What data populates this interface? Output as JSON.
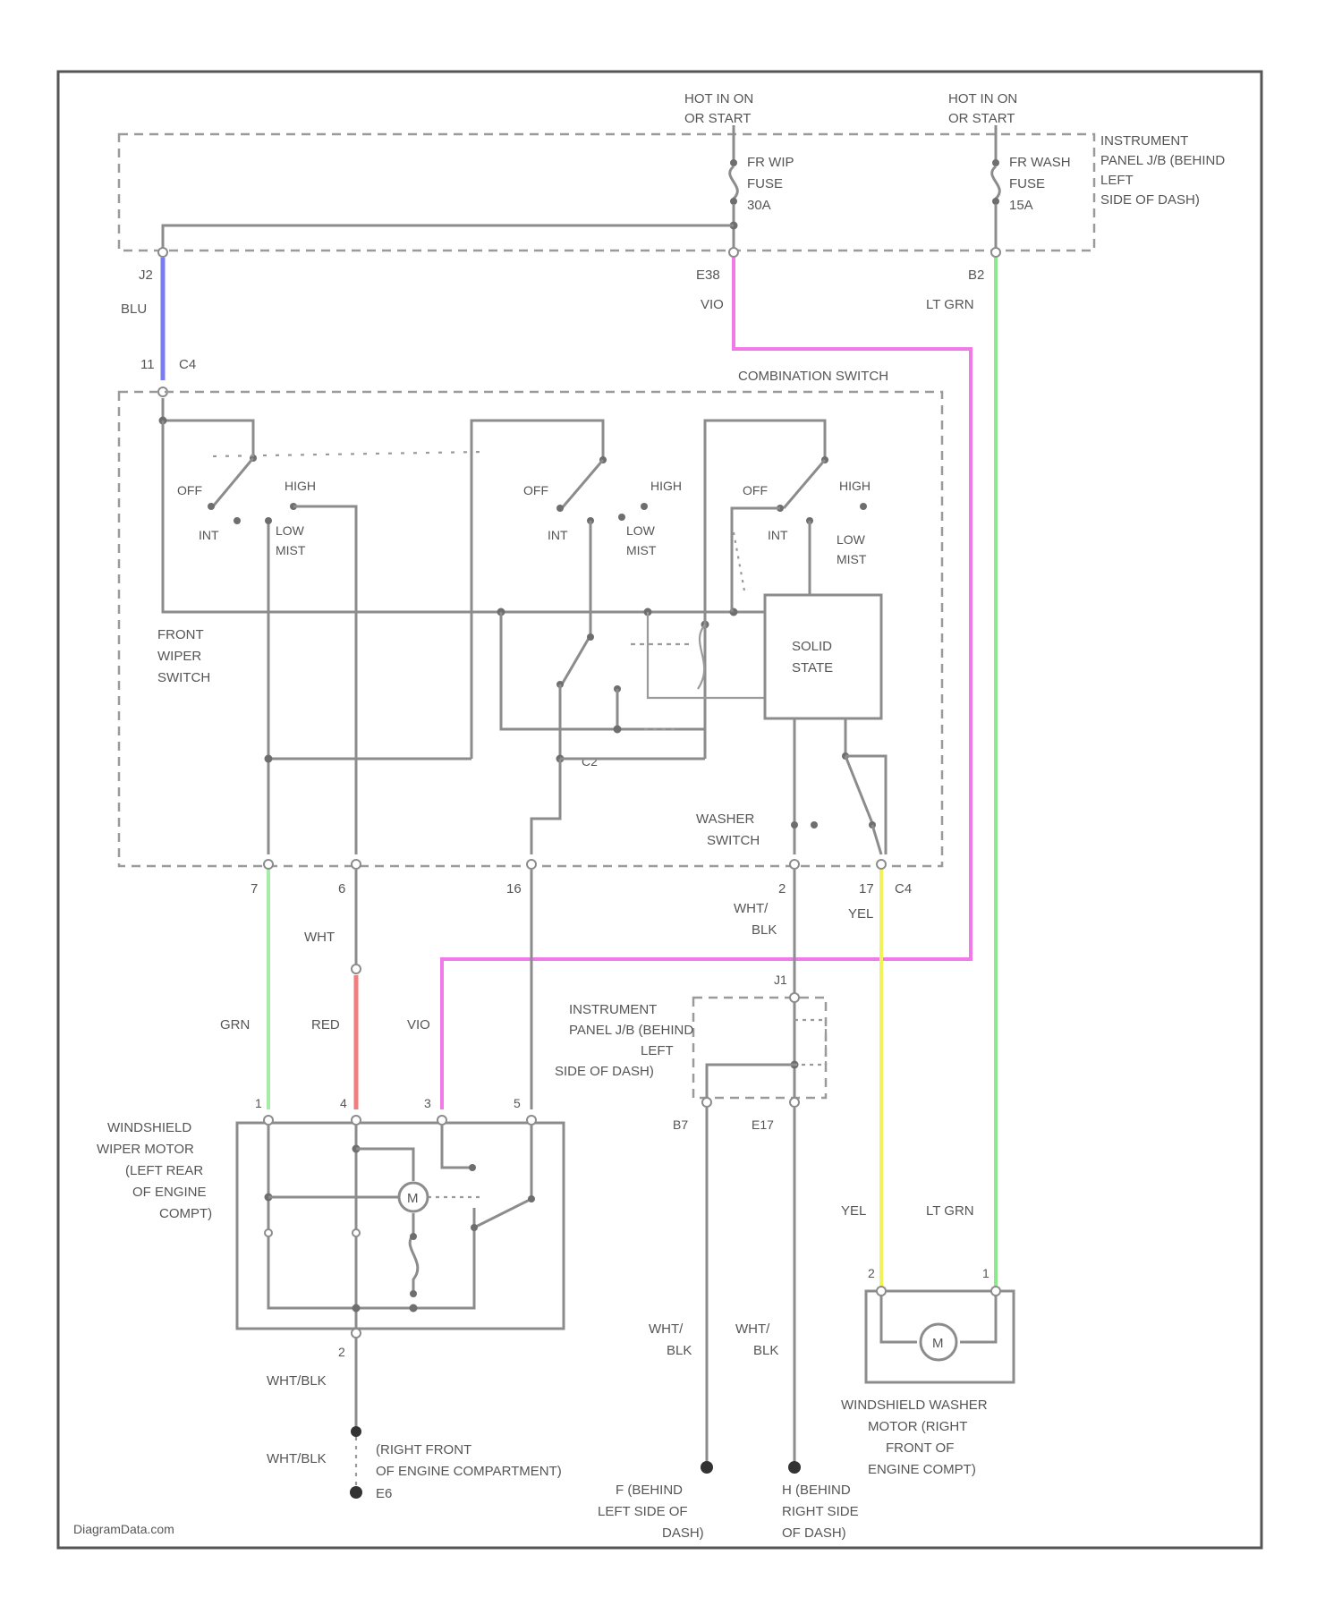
{
  "title": "",
  "watermark": "DiagramData.com",
  "power": {
    "left": {
      "line1": "HOT IN ON",
      "line2": "OR START"
    },
    "right": {
      "line1": "HOT IN ON",
      "line2": "OR START"
    }
  },
  "fuses": {
    "wiper": {
      "line1": "FR WIP",
      "line2": "FUSE",
      "line3": "30A"
    },
    "washer": {
      "line1": "FR WASH",
      "line2": "FUSE",
      "line3": "15A"
    }
  },
  "ip_junction_block_top": {
    "line1": "INSTRUMENT",
    "line2": "PANEL J/B (BEHIND",
    "line3": "LEFT",
    "line4": "SIDE OF DASH)"
  },
  "connectors": {
    "j2": "J2",
    "e38": "E38",
    "b2": "B2",
    "c4_top_pin": "11",
    "c4_top": "C4",
    "pin7": "7",
    "pin6": "6",
    "pin16": "16",
    "pin2": "2",
    "pin17": "17",
    "c4_bottom": "C4",
    "m_pin1": "1",
    "m_pin4": "4",
    "m_pin3": "3",
    "m_pin5": "5",
    "m_pin2": "2",
    "j_pin": "J1",
    "ip_b7": "B7",
    "ip_e17": "E17",
    "wash_pin2": "2",
    "wash_pin1": "1"
  },
  "wires": {
    "blu": "BLU",
    "vio_top": "VIO",
    "lt_grn_top": "LT GRN",
    "grn": "GRN",
    "wht": "WHT",
    "red": "RED",
    "vio_bottom": "VIO",
    "wht_blk_1": "WHT/",
    "wht_blk_1b": "BLK",
    "yel_top": "YEL",
    "yel_bottom": "YEL",
    "lt_grn_bottom": "LT GRN",
    "wht_blk_2": "WHT/",
    "wht_blk_2b": "BLK",
    "wht_blk_3": "WHT/",
    "wht_blk_3b": "BLK",
    "wht_blk_motor": "WHT/BLK",
    "wht_blk_ground": "WHT/BLK"
  },
  "combination_switch": "COMBINATION SWITCH",
  "switch_positions": {
    "off": "OFF",
    "high": "HIGH",
    "int": "INT",
    "low": "LOW",
    "mist": "MIST"
  },
  "front_wiper_switch": {
    "line1": "FRONT",
    "line2": "WIPER",
    "line3": "SWITCH"
  },
  "solid_state": {
    "line1": "SOLID",
    "line2": "STATE"
  },
  "washer_switch": {
    "line1": "WASHER",
    "line2": "SWITCH"
  },
  "ip_junction_block_mid": {
    "line1": "INSTRUMENT",
    "line2": "PANEL J/B (BEHIND",
    "line3": "LEFT",
    "line4": "SIDE OF DASH)"
  },
  "wiper_motor": {
    "line1": "WINDSHIELD",
    "line2": "WIPER MOTOR",
    "line3": "(LEFT REAR",
    "line4": "OF ENGINE",
    "line5": "COMPT)",
    "symbol": "M"
  },
  "washer_motor": {
    "line1": "WINDSHIELD WASHER",
    "line2": "MOTOR (RIGHT",
    "line3": "FRONT OF",
    "line4": "ENGINE COMPT)",
    "symbol": "M"
  },
  "grounds": {
    "e6": {
      "line1": "(RIGHT FRONT",
      "line2": "OF ENGINE COMPARTMENT)",
      "line3": "E6"
    },
    "f": {
      "line1": "F (BEHIND",
      "line2": "LEFT SIDE OF",
      "line3": "DASH)"
    },
    "h": {
      "line1": "H (BEHIND",
      "line2": "RIGHT SIDE",
      "line3": "OF DASH)"
    }
  },
  "wire_colors": {
    "blu": "#7b7bf2",
    "vio": "#f07ae8",
    "lt_grn": "#8ee88e",
    "grn": "#a6eba6",
    "red": "#f07e7e",
    "yel": "#f2f25a",
    "gray": "#8c8c8c"
  }
}
